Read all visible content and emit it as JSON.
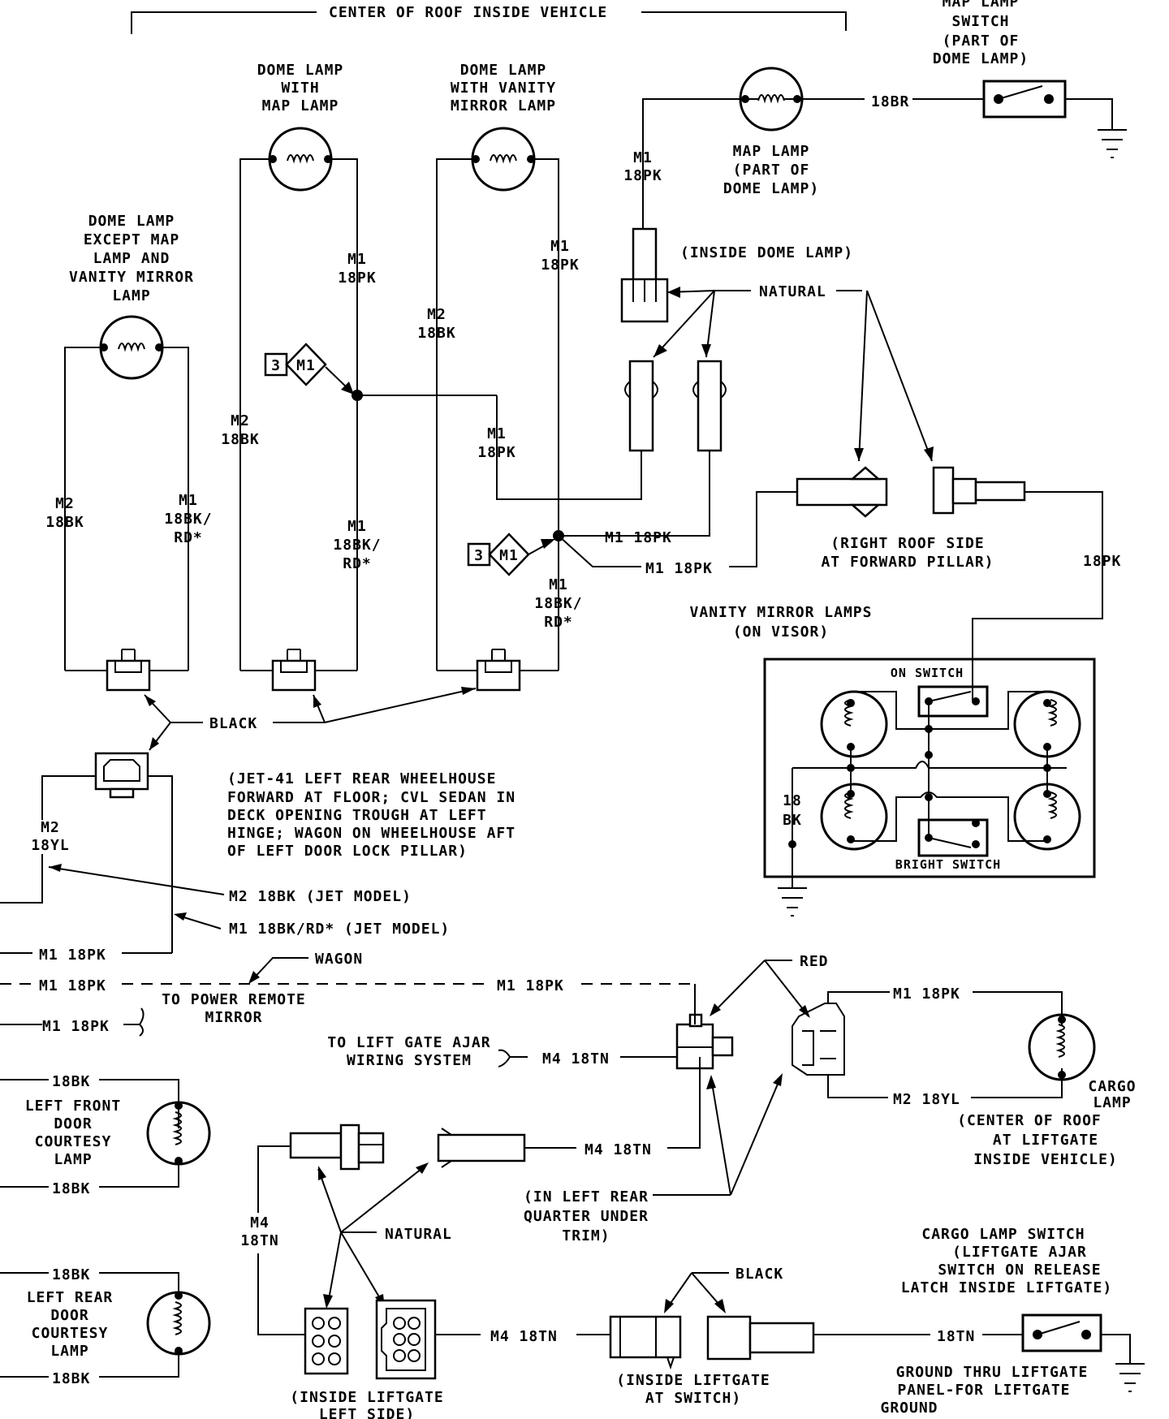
{
  "header": {
    "title": "CENTER OF ROOF INSIDE VEHICLE"
  },
  "labels": {
    "map_switch": [
      "MAP LAMP",
      "SWITCH",
      "(PART OF",
      "DOME LAMP)"
    ],
    "dome_map": [
      "DOME LAMP",
      "WITH",
      "MAP LAMP"
    ],
    "dome_vanity": [
      "DOME LAMP",
      "WITH VANITY",
      "MIRROR LAMP"
    ],
    "map_lamp": [
      "MAP LAMP",
      "(PART OF",
      "DOME LAMP)"
    ],
    "dome_except": [
      "DOME LAMP",
      "EXCEPT MAP",
      "LAMP AND",
      "VANITY MIRROR",
      "LAMP"
    ],
    "inside_dome": "(INSIDE DOME LAMP)",
    "natural_top": "NATURAL",
    "right_roof": [
      "(RIGHT ROOF SIDE",
      "AT FORWARD PILLAR)"
    ],
    "vanity_lamps": [
      "VANITY MIRROR LAMPS",
      "(ON VISOR)"
    ],
    "on_switch": "ON SWITCH",
    "bright_switch": "BRIGHT SWITCH",
    "black_top": "BLACK",
    "jet_note": [
      "(JET-41 LEFT REAR WHEELHOUSE",
      "FORWARD AT FLOOR; CVL SEDAN IN",
      "DECK OPENING TROUGH AT LEFT",
      "HINGE; WAGON ON WHEELHOUSE AFT",
      "OF LEFT DOOR LOCK PILLAR)"
    ],
    "wagon": "WAGON",
    "power_mirror": [
      "TO POWER REMOTE",
      "MIRROR"
    ],
    "red": "RED",
    "lift_ajar": [
      "TO LIFT GATE AJAR",
      "WIRING SYSTEM"
    ],
    "cargo_lamp": [
      "CARGO",
      "LAMP"
    ],
    "cargo_loc": [
      "(CENTER OF ROOF",
      "AT LIFTGATE",
      "INSIDE VEHICLE)"
    ],
    "left_front": [
      "LEFT FRONT",
      "DOOR",
      "COURTESY",
      "LAMP"
    ],
    "left_rear": [
      "LEFT REAR",
      "DOOR",
      "COURTESY",
      "LAMP"
    ],
    "quarter": [
      "(IN LEFT REAR",
      "QUARTER UNDER",
      "TRIM)"
    ],
    "natural_bottom": "NATURAL",
    "black_bottom": "BLACK",
    "cargo_switch": [
      "CARGO LAMP SWITCH",
      "(LIFTGATE AJAR",
      "SWITCH ON RELEASE",
      "LATCH INSIDE LIFTGATE)"
    ],
    "inside_left": [
      "(INSIDE LIFTGATE",
      "LEFT SIDE)"
    ],
    "inside_switch": [
      "(INSIDE LIFTGATE",
      "AT SWITCH)"
    ],
    "ground_thru": [
      "GROUND THRU LIFTGATE",
      "PANEL-FOR LIFTGATE",
      "GROUND"
    ]
  },
  "wires": {
    "w18br": "18BR",
    "m1_18pk_map": [
      "M1",
      "18PK"
    ],
    "m1_18pk_a": [
      "M1",
      "18PK"
    ],
    "m1_18pk_b": [
      "M1",
      "18PK"
    ],
    "m2_18bk_a": [
      "M2",
      "18BK"
    ],
    "m2_18bk_b": [
      "M2",
      "18BK"
    ],
    "m1_18pk_c": [
      "M1",
      "18PK"
    ],
    "m2_18bk_c": [
      "M2",
      "18BK"
    ],
    "m1_18bkrd_a": [
      "M1",
      "18BK/",
      "RD*"
    ],
    "m1_18bkrd_b": [
      "M1",
      "18BK/",
      "RD*"
    ],
    "m1_18bkrd_c": [
      "M1",
      "18BK/",
      "RD*"
    ],
    "m1_18pk_d": "M1 18PK",
    "m1_18pk_e": "M1 18PK",
    "w18pk_right": "18PK",
    "w18bk_vanity": [
      "18",
      "BK"
    ],
    "m2_18yl_left": [
      "M2",
      "18YL"
    ],
    "m2_jet": "M2 18BK (JET MODEL)",
    "m1_jet": "M1 18BK/RD* (JET MODEL)",
    "m1_18pk_f": "M1 18PK",
    "m1_18pk_g": "M1 18PK",
    "m1_18pk_h": "M1 18PK",
    "m1_18pk_i": "M1 18PK",
    "m1_18pk_cargo": "M1 18PK",
    "m2_18yl_cargo": "M2 18YL",
    "m4_18tn_a": "M4 18TN",
    "m4_18tn_b": "M4 18TN",
    "m4_18tn_c": [
      "M4",
      "18TN"
    ],
    "m4_18tn_d": "M4 18TN",
    "w18bk_lf1": "18BK",
    "w18bk_lf2": "18BK",
    "w18bk_lr1": "18BK",
    "w18bk_lr2": "18BK",
    "w18tn_switch": "18TN",
    "splice_num": "3",
    "splice_id": "M1"
  }
}
